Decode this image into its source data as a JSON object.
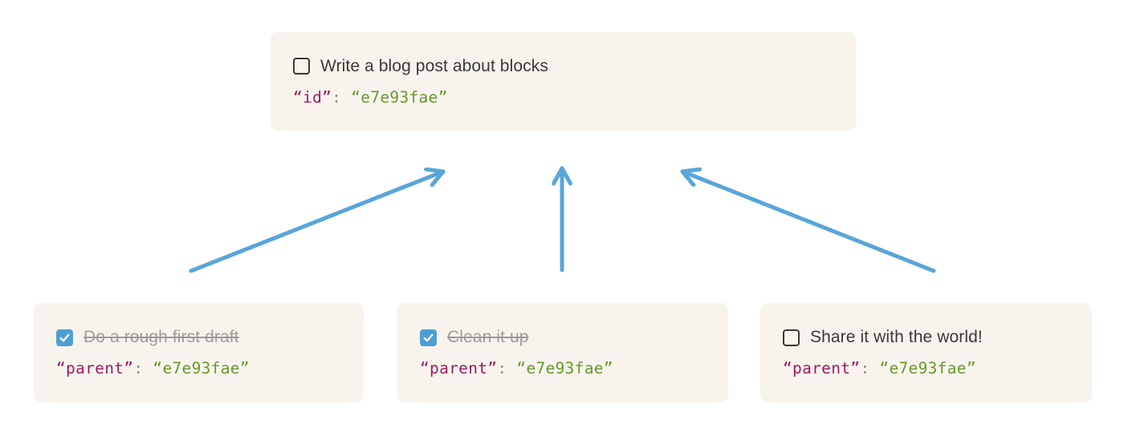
{
  "colors": {
    "card_background": "#f8f4ed",
    "arrow_blue": "#58a5d9",
    "checkbox_checked_blue": "#4d9fd3",
    "checkbox_border": "#3b3833",
    "task_text": "#3a3936",
    "completed_task_text": "#9e9b98",
    "code_key_magenta": "#9d1963",
    "code_punct_gray": "#8e8e8e",
    "code_value_green": "#67992b"
  },
  "parent_card": {
    "title": "Write a blog post about blocks",
    "checked": false,
    "code": {
      "key": "“id”",
      "colon": ":",
      "value": " “e7e93fae”"
    }
  },
  "child_cards": [
    {
      "title": "Do a rough first draft",
      "checked": true,
      "code": {
        "key": "“parent”",
        "colon": ":",
        "value": " “e7e93fae”"
      }
    },
    {
      "title": "Clean it up",
      "checked": true,
      "code": {
        "key": "“parent”",
        "colon": ":",
        "value": " “e7e93fae”"
      }
    },
    {
      "title": "Share it with the world!",
      "checked": false,
      "code": {
        "key": "“parent”",
        "colon": ":",
        "value": " “e7e93fae”"
      }
    }
  ],
  "icons": {
    "checkbox_unchecked": "empty-square-outline",
    "checkbox_checked": "blue-square-white-checkmark",
    "arrow": "blue-line-open-arrowhead"
  },
  "arrows": [
    {
      "from": "child-1",
      "to": "parent"
    },
    {
      "from": "child-2",
      "to": "parent"
    },
    {
      "from": "child-3",
      "to": "parent"
    }
  ]
}
